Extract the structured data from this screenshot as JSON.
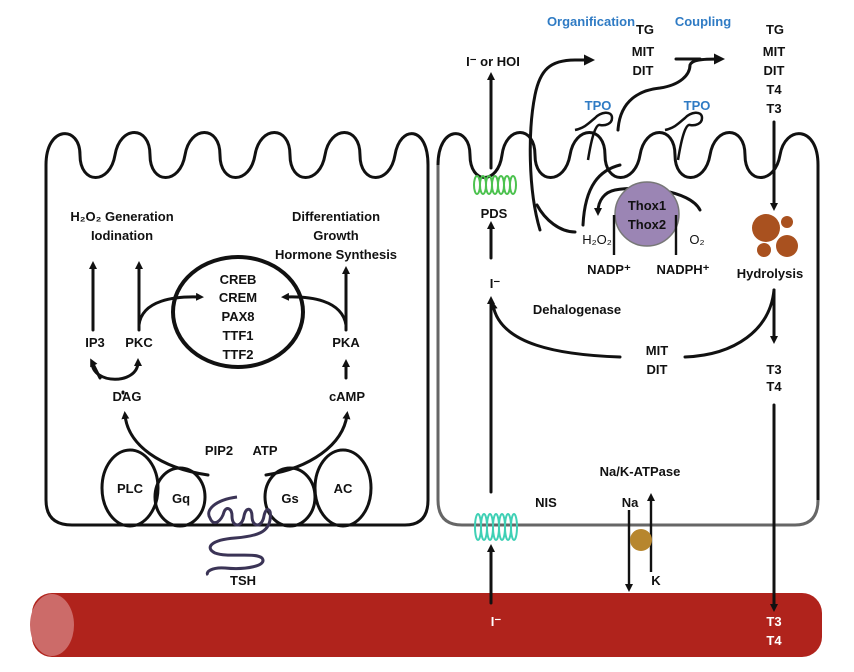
{
  "left_cell": {
    "outputs": {
      "h2o2_generation": "H₂O₂ Generation",
      "iodination": "Iodination",
      "differentiation": "Differentiation",
      "growth": "Growth",
      "hormone_synthesis": "Hormone Synthesis"
    },
    "nucleus_factors": [
      "CREB",
      "CREM",
      "PAX8",
      "TTF1",
      "TTF2"
    ],
    "ip3": "IP3",
    "pkc": "PKC",
    "pka": "PKA",
    "dag": "DAG",
    "camp": "cAMP",
    "pip2": "PIP2",
    "atp": "ATP",
    "plc": "PLC",
    "gq": "Gq",
    "gs": "Gs",
    "ac": "AC",
    "tsh": "TSH"
  },
  "right_cell": {
    "organification": "Organification",
    "coupling": "Coupling",
    "i_or_hoi": "I⁻ or HOI",
    "tg1": [
      "TG",
      "MIT",
      "DIT"
    ],
    "tg2": [
      "TG",
      "MIT",
      "DIT",
      "T4",
      "T3"
    ],
    "tpo1": "TPO",
    "tpo2": "TPO",
    "pds": "PDS",
    "thox": [
      "Thox1",
      "Thox2"
    ],
    "h2o2": "H₂O₂",
    "o2": "O₂",
    "nadp": "NADP⁺",
    "nadph": "NADPH⁺",
    "hydrolysis": "Hydrolysis",
    "iodide": "I⁻",
    "dehalogenase": "Dehalogenase",
    "mit_dit": [
      "MIT",
      "DIT"
    ],
    "t3_t4": [
      "T3",
      "T4"
    ],
    "na_k_atpase": "Na/K-ATPase",
    "nis": "NIS",
    "na": "Na",
    "k": "K"
  },
  "blood_vessel": {
    "iodide": "I⁻",
    "hormones": [
      "T3",
      "T4"
    ]
  },
  "colors": {
    "vessel": "#b0231c",
    "vessel_end": "#cc6b69",
    "thox": "#9b85b4",
    "colloid": "#a9511f",
    "atpase": "#b7862e",
    "pds": "#4cc24f",
    "nis": "#3fd0b5",
    "tsh_receptor": "#3b3456",
    "label_blue": "#2f7bc4"
  }
}
